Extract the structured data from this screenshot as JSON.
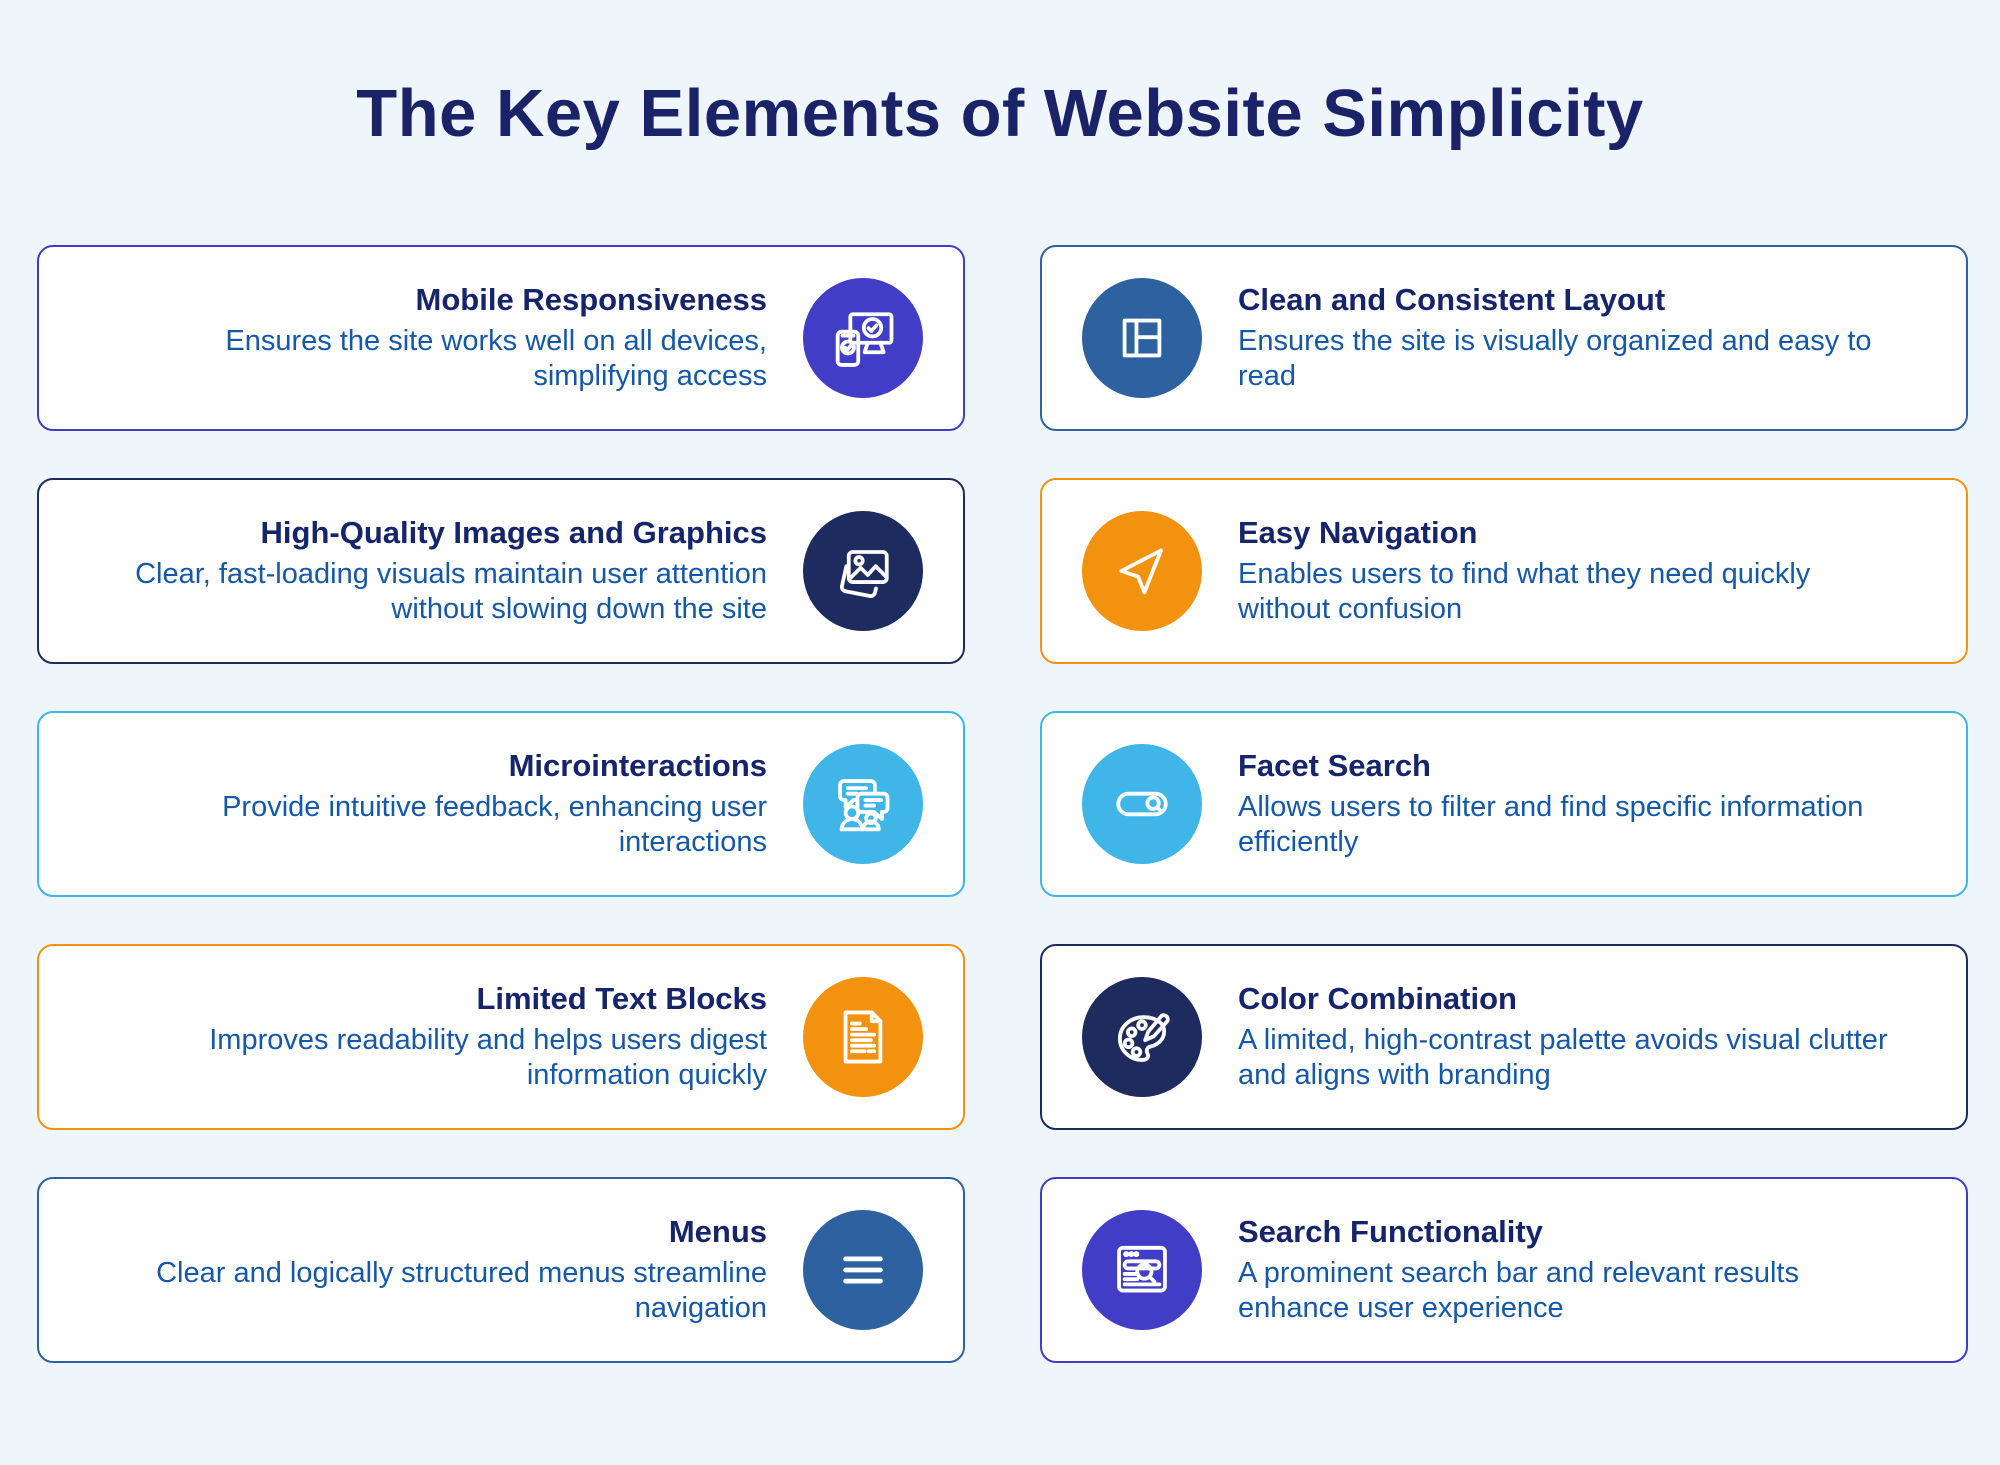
{
  "page": {
    "title": "The Key Elements of Website Simplicity",
    "background_color": "#eef5fb",
    "title_color": "#1a2368"
  },
  "colors": {
    "card_background": "#ffffff",
    "card_title_text": "#16246b",
    "card_desc_text": "#1558a7",
    "purple_blue": "#413dc6",
    "dark_navy": "#1d2b5f",
    "light_blue": "#3fb5e8",
    "orange": "#f3920f",
    "medium_blue": "#2d619f"
  },
  "cards": [
    {
      "title": "Mobile Responsiveness",
      "desc": "Ensures the site works well on all devices, simplifying access",
      "accent": "#413dc6",
      "icon": "devices-check-icon",
      "column": "left"
    },
    {
      "title": "High-Quality Images and Graphics",
      "desc": "Clear, fast-loading visuals maintain user attention without slowing down the site",
      "accent": "#1d2b5f",
      "icon": "image-icon",
      "column": "left"
    },
    {
      "title": "Microinteractions",
      "desc": "Provide intuitive feedback, enhancing user interactions",
      "accent": "#3fb5e8",
      "icon": "chat-users-icon",
      "column": "left"
    },
    {
      "title": "Limited Text Blocks",
      "desc": "Improves readability and helps users digest information quickly",
      "accent": "#f3920f",
      "icon": "document-icon",
      "column": "left"
    },
    {
      "title": "Menus",
      "desc": "Clear and logically structured menus streamline navigation",
      "accent": "#2d619f",
      "icon": "hamburger-menu-icon",
      "column": "left"
    },
    {
      "title": "Clean and Consistent Layout",
      "desc": "Ensures the site is visually organized and easy to read",
      "accent": "#2d619f",
      "icon": "layout-grid-icon",
      "column": "right"
    },
    {
      "title": "Easy Navigation",
      "desc": "Enables users to find what they need quickly without confusion",
      "accent": "#f3920f",
      "icon": "navigation-arrow-icon",
      "column": "right"
    },
    {
      "title": "Facet Search",
      "desc": "Allows users to filter and find specific information efficiently",
      "accent": "#3fb5e8",
      "icon": "search-bar-icon",
      "column": "right"
    },
    {
      "title": "Color Combination",
      "desc": "A limited, high-contrast palette avoids visual clutter and aligns with branding",
      "accent": "#1d2b5f",
      "icon": "color-palette-icon",
      "column": "right"
    },
    {
      "title": "Search Functionality",
      "desc": "A prominent search bar and relevant results enhance user experience",
      "accent": "#413dc6",
      "icon": "browser-search-icon",
      "column": "right"
    }
  ]
}
